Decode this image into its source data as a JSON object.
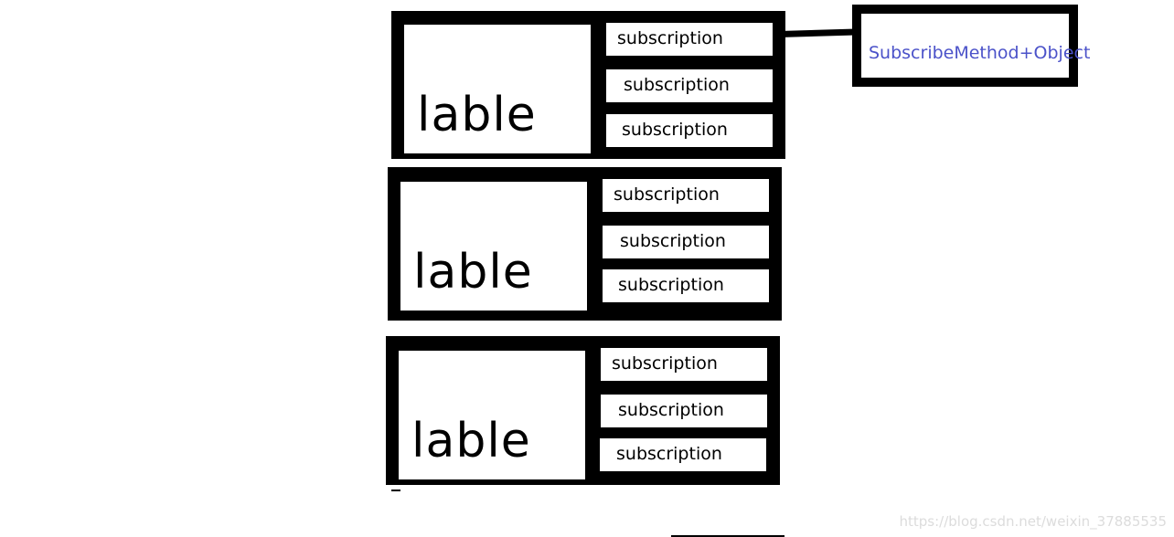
{
  "colors": {
    "box_border": "#000000",
    "box_fill": "#ffffff",
    "target_text": "#4b52c9",
    "watermark": "#dcdcdc"
  },
  "blocks": [
    {
      "label": "lable",
      "subscriptions": [
        "subscription",
        "subscription",
        "subscription"
      ]
    },
    {
      "label": "lable",
      "subscriptions": [
        "subscription",
        "subscription",
        "subscription"
      ]
    },
    {
      "label": "lable",
      "subscriptions": [
        "subscription",
        "subscription",
        "subscription"
      ]
    }
  ],
  "target_box": {
    "text": "SubscribeMethod+Object"
  },
  "watermark": "https://blog.csdn.net/weixin_37885535"
}
